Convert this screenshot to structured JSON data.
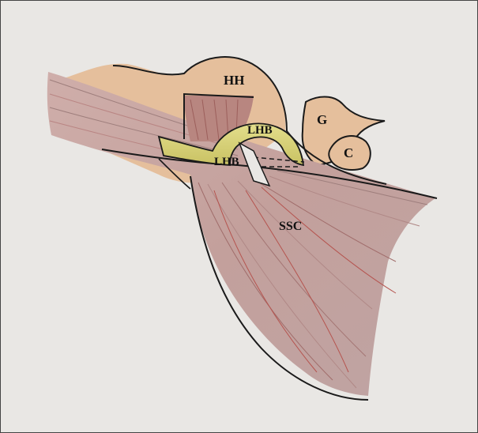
{
  "labels": {
    "hh": "HH",
    "g": "G",
    "c": "C",
    "lhb_upper": "LHB",
    "lhb_lower": "LHB",
    "ssc": "SSC"
  },
  "colors": {
    "paper": "#e9e7e4",
    "bone": "#e4b993",
    "muscle": "#c9a3a0",
    "muscle_red": "#b5544f",
    "tendon": "#d8d27a",
    "ink": "#1a1a1a"
  }
}
